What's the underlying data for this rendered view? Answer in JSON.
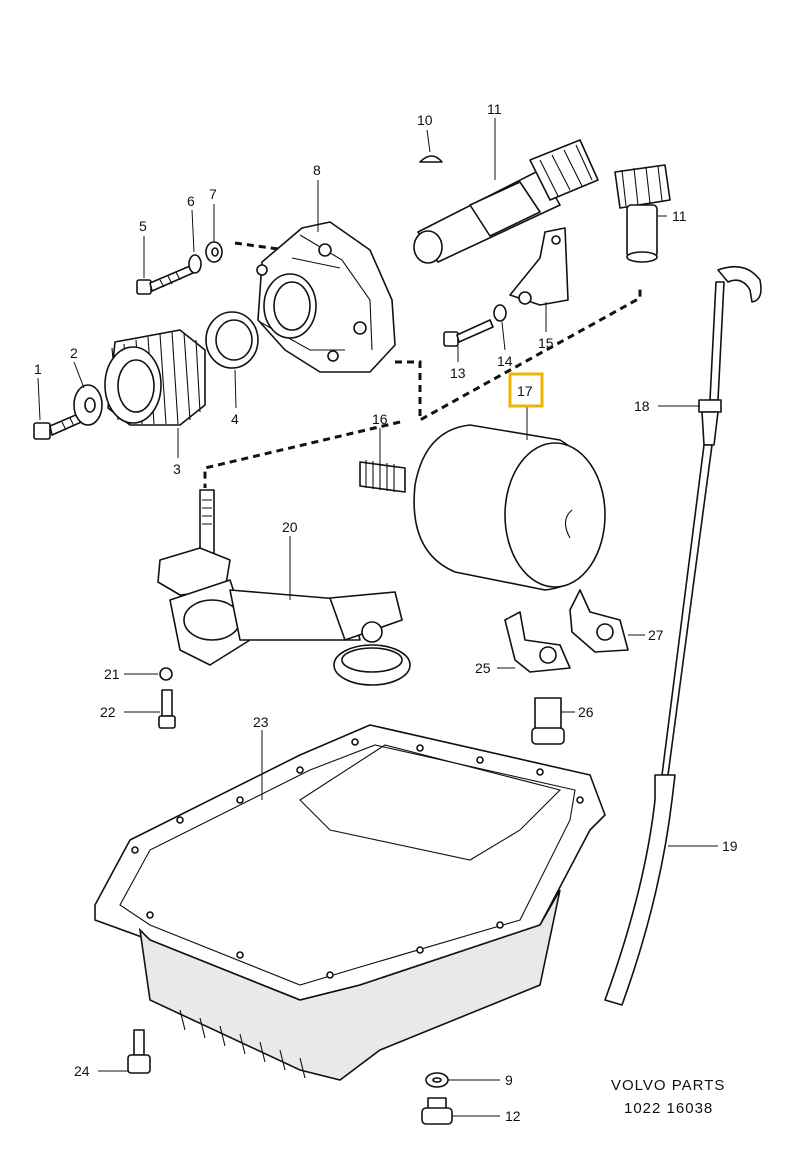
{
  "callouts": [
    {
      "id": "c1",
      "label": "1"
    },
    {
      "id": "c2",
      "label": "2"
    },
    {
      "id": "c3",
      "label": "3"
    },
    {
      "id": "c4",
      "label": "4"
    },
    {
      "id": "c5",
      "label": "5"
    },
    {
      "id": "c6",
      "label": "6"
    },
    {
      "id": "c7",
      "label": "7"
    },
    {
      "id": "c8",
      "label": "8"
    },
    {
      "id": "c9",
      "label": "9"
    },
    {
      "id": "c10",
      "label": "10"
    },
    {
      "id": "c11a",
      "label": "11"
    },
    {
      "id": "c11b",
      "label": "11"
    },
    {
      "id": "c12",
      "label": "12"
    },
    {
      "id": "c13",
      "label": "13"
    },
    {
      "id": "c14",
      "label": "14"
    },
    {
      "id": "c15",
      "label": "15"
    },
    {
      "id": "c16",
      "label": "16"
    },
    {
      "id": "c17",
      "label": "17"
    },
    {
      "id": "c18",
      "label": "18"
    },
    {
      "id": "c19",
      "label": "19"
    },
    {
      "id": "c20",
      "label": "20"
    },
    {
      "id": "c21",
      "label": "21"
    },
    {
      "id": "c22",
      "label": "22"
    },
    {
      "id": "c23",
      "label": "23"
    },
    {
      "id": "c24",
      "label": "24"
    },
    {
      "id": "c25",
      "label": "25"
    },
    {
      "id": "c26",
      "label": "26"
    },
    {
      "id": "c27",
      "label": "27"
    }
  ],
  "highlight": {
    "label": "17",
    "color": "#f0b400"
  },
  "footer": {
    "brand": "VOLVO  PARTS",
    "code": "1022  16038"
  }
}
